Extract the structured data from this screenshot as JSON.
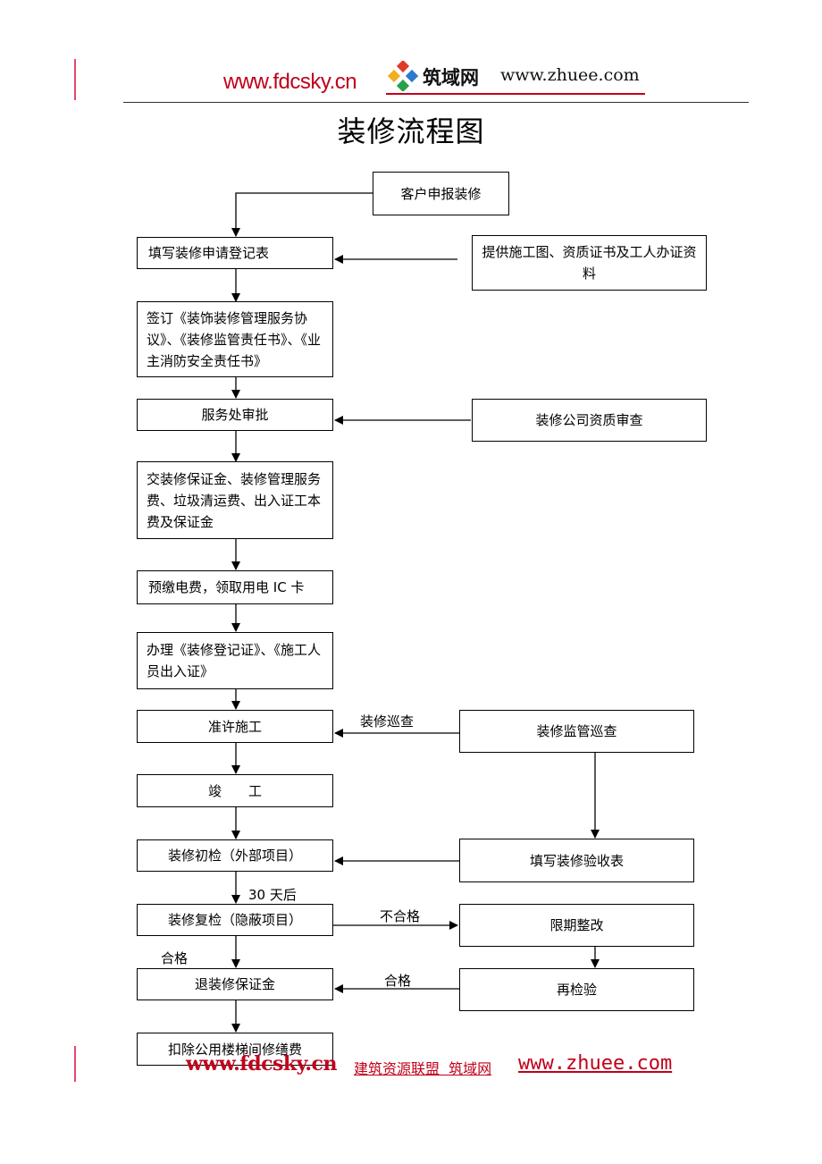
{
  "header": {
    "site": "www.fdcsky.cn",
    "brand": "筑域网",
    "url": "www.zhuee.com"
  },
  "title": "装修流程图",
  "steps": {
    "s1": "客户申报装修",
    "s2": "填写装修申请登记表",
    "s2_side": "提供施工图、资质证书及工人办证资料",
    "s3": "签订《装饰装修管理服务协议》、《装修监管责任书》、《业主消防安全责任书》",
    "s4": "服务处审批",
    "s4_side": "装修公司资质审查",
    "s5": "交装修保证金、装修管理服务费、垃圾清运费、出入证工本费及保证金",
    "s6": "预缴电费，领取用电 IC 卡",
    "s7": "办理《装修登记证》、《施工人员出入证》",
    "s8": "准许施工",
    "s8_side": "装修监管巡查",
    "s9": "竣　　工",
    "s10": "装修初检（外部项目）",
    "s10_side": "填写装修验收表",
    "s11": "装修复检（隐蔽项目）",
    "s11_side": "限期整改",
    "s12": "退装修保证金",
    "s12_side": "再检验",
    "s13": "扣除公用楼梯间修缮费"
  },
  "labels": {
    "patrol": "装修巡查",
    "after_30": "30 天后",
    "fail": "不合格",
    "pass_left": "合格",
    "pass_right": "合格"
  },
  "footer": {
    "site": "www.fdcsky.cn",
    "text": "建筑资源联盟  筑域网",
    "url": "www.zhuee.com"
  },
  "colors": {
    "accent_red": "#c0001a",
    "margin_mark": "#e04b6a"
  }
}
